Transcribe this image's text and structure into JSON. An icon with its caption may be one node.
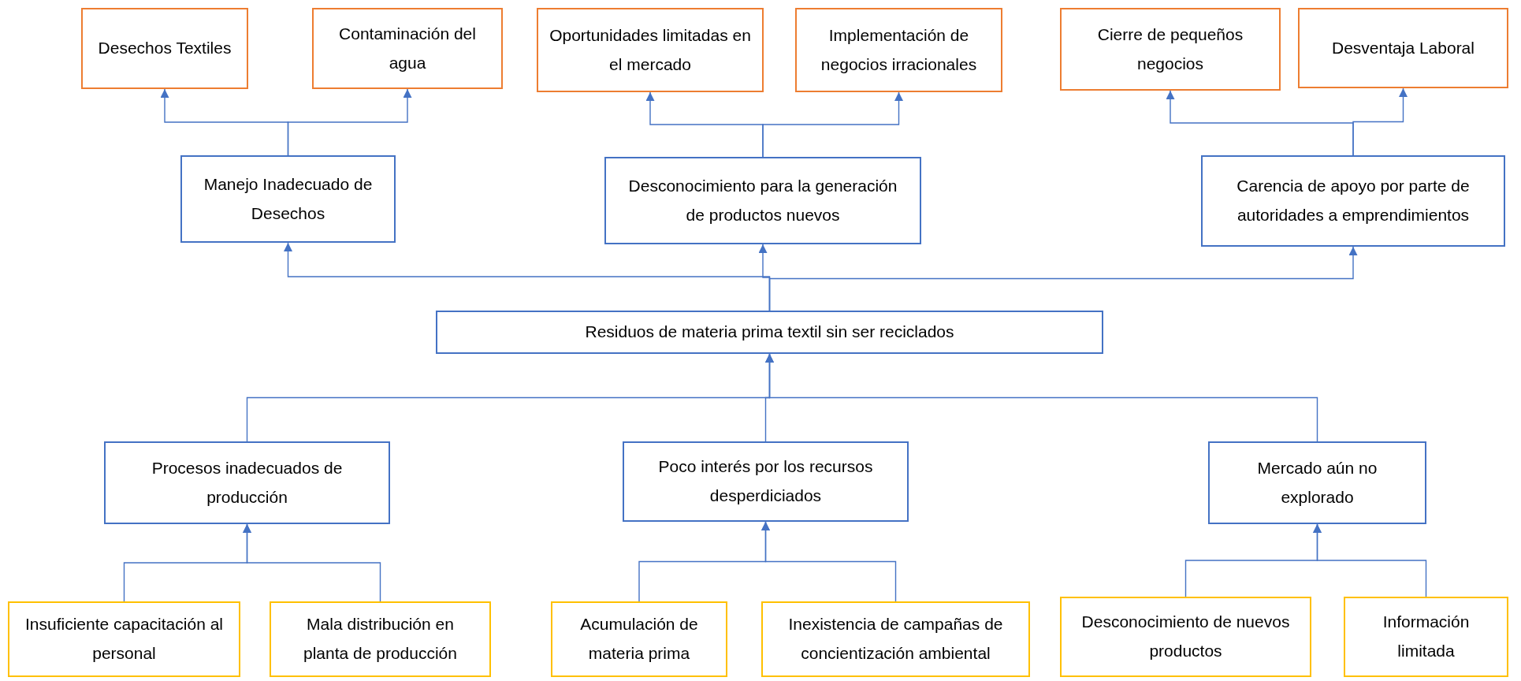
{
  "diagram": {
    "nodes": [
      {
        "text": [
          "Desechos Textiles"
        ]
      },
      {
        "text": [
          "Contaminación del agua"
        ]
      },
      {
        "text": [
          "Oportunidades limitadas en el mercado"
        ]
      },
      {
        "text": [
          "Implementación de negocios irracionales"
        ]
      },
      {
        "text": [
          "Cierre de pequeños negocios"
        ]
      },
      {
        "text": [
          "Desventaja Laboral"
        ]
      },
      {
        "text": [
          "Manejo Inadecuado de Desechos"
        ]
      },
      {
        "text": [
          "Desconocimiento para la generación de productos nuevos"
        ]
      },
      {
        "text": [
          "Carencia de apoyo por parte de autoridades a emprendimientos"
        ]
      },
      {
        "text": [
          "Residuos de materia prima textil sin ser reciclados"
        ]
      },
      {
        "text": [
          "Procesos inadecuados de producción"
        ]
      },
      {
        "text": [
          "Poco interés por los recursos desperdiciados"
        ]
      },
      {
        "text": [
          "Mercado aún no explorado"
        ]
      },
      {
        "text": [
          "Insuficiente capacitación al personal"
        ]
      },
      {
        "text": [
          "Mala distribución en planta de producción"
        ]
      },
      {
        "text": [
          "Acumulación de materia prima"
        ]
      },
      {
        "text": [
          "Inexistencia de campañas de concientización ambiental"
        ]
      },
      {
        "text": [
          "Desconocimiento de nuevos productos"
        ]
      },
      {
        "text": [
          "Información limitada"
        ]
      }
    ],
    "edges": [
      {
        "from": 6,
        "to": 0,
        "arrow": "to"
      },
      {
        "from": 6,
        "to": 1,
        "arrow": "to"
      },
      {
        "from": 7,
        "to": 2,
        "arrow": "to"
      },
      {
        "from": 7,
        "to": 3,
        "arrow": "to"
      },
      {
        "from": 8,
        "to": 4,
        "arrow": "to"
      },
      {
        "from": 8,
        "to": 5,
        "arrow": "to"
      },
      {
        "from": 9,
        "to": 6,
        "arrow": "to"
      },
      {
        "from": 9,
        "to": 7,
        "arrow": "to"
      },
      {
        "from": 9,
        "to": 8,
        "arrow": "to"
      },
      {
        "from": 10,
        "to": 9,
        "arrow": "to"
      },
      {
        "from": 11,
        "to": 9,
        "arrow": "to"
      },
      {
        "from": 12,
        "to": 9,
        "arrow": "to"
      },
      {
        "from": 13,
        "to": 10,
        "arrow": "to"
      },
      {
        "from": 14,
        "to": 10,
        "arrow": "to"
      },
      {
        "from": 15,
        "to": 11,
        "arrow": "to"
      },
      {
        "from": 16,
        "to": 11,
        "arrow": "to"
      },
      {
        "from": 17,
        "to": 12,
        "arrow": "to"
      },
      {
        "from": 18,
        "to": 12,
        "arrow": "to"
      }
    ]
  }
}
